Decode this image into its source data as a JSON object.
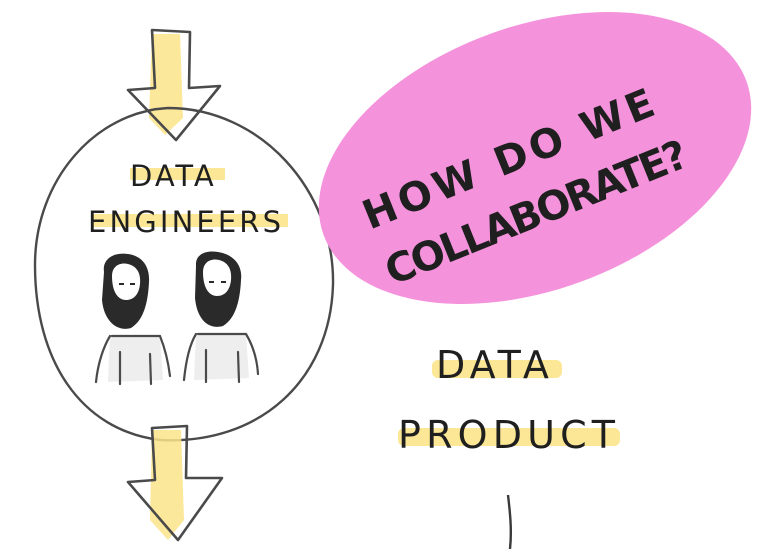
{
  "team": {
    "label_line1": "DATA",
    "label_line2": "ENGINEERS",
    "members": [
      "person",
      "person"
    ]
  },
  "bubble": {
    "line1": "HOW DO WE",
    "line2": "COLLABORATE?",
    "color": "#f592dc"
  },
  "product": {
    "line1": "DATA",
    "line2": "PRODUCT"
  },
  "colors": {
    "highlight": "#fbe48a",
    "ink": "#1f1f1f",
    "outline": "#4a4a4a"
  }
}
